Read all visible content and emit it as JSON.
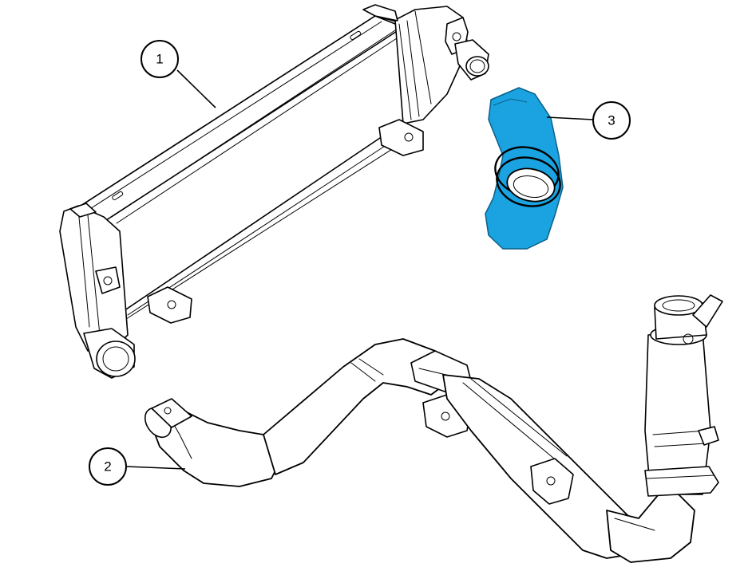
{
  "callouts": {
    "c1": {
      "label": "1"
    },
    "c2": {
      "label": "2"
    },
    "c3": {
      "label": "3"
    }
  },
  "colors": {
    "highlight": "#1aa3e0",
    "highlight_edge": "#0b5f86",
    "line": "#000000",
    "background": "#ffffff"
  }
}
